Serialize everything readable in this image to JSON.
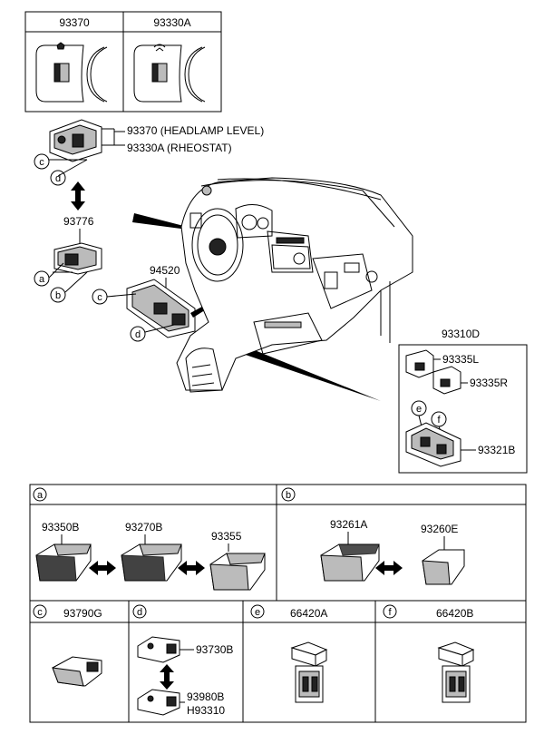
{
  "top_table": {
    "col1": "93370",
    "col2": "93330A"
  },
  "callouts": {
    "headlamp": "93370 (HEADLAMP LEVEL)",
    "rheostat": "93330A (RHEOSTAT)",
    "p93776": "93776",
    "p94520": "94520",
    "p93310D": "93310D",
    "p93335L": "93335L",
    "p93335R": "93335R",
    "p93321B": "93321B"
  },
  "circle_letters": {
    "a": "a",
    "b": "b",
    "c": "c",
    "d": "d",
    "e": "e",
    "f": "f"
  },
  "panel_a": {
    "letter": "a",
    "parts": [
      "93350B",
      "93270B",
      "93355"
    ]
  },
  "panel_b": {
    "letter": "b",
    "parts": [
      "93261A",
      "93260E"
    ]
  },
  "panel_c": {
    "letter": "c",
    "part": "93790G"
  },
  "panel_d": {
    "letter": "d",
    "part1": "93730B",
    "part2": "93980B",
    "part3": "H93310"
  },
  "panel_e": {
    "letter": "e",
    "part": "66420A"
  },
  "panel_f": {
    "letter": "f",
    "part": "66420B"
  }
}
